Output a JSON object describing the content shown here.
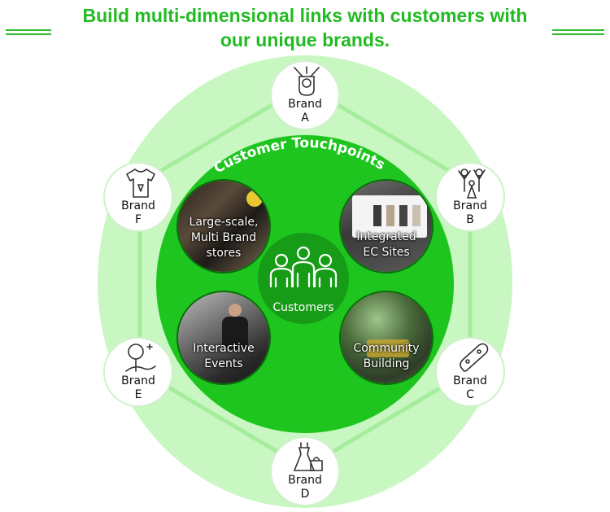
{
  "title": {
    "line1": "Build multi-dimensional links with customers with",
    "line2": "our unique brands."
  },
  "ring_title": "Customer Touchpoints",
  "center": {
    "label": "Customers",
    "icon": "people-group-icon"
  },
  "touchpoints": [
    {
      "line1": "Large-scale,",
      "line2": "Multi Brand",
      "line3": "stores"
    },
    {
      "line1": "Integrated",
      "line2": "EC Sites"
    },
    {
      "line1": "Interactive",
      "line2": "Events"
    },
    {
      "line1": "Community",
      "line2": "Building"
    }
  ],
  "brands": [
    {
      "name": "Brand",
      "letter": "A",
      "icon": "golf-bag-icon"
    },
    {
      "name": "Brand",
      "letter": "B",
      "icon": "family-icon"
    },
    {
      "name": "Brand",
      "letter": "C",
      "icon": "skateboard-icon"
    },
    {
      "name": "Brand",
      "letter": "D",
      "icon": "dress-and-bag-icon"
    },
    {
      "name": "Brand",
      "letter": "E",
      "icon": "nature-icon"
    },
    {
      "name": "Brand",
      "letter": "F",
      "icon": "tshirt-icon"
    }
  ],
  "colors": {
    "title": "#22bb22",
    "outer_ring": "#c8f7c1",
    "inner_disc": "#1ec51e",
    "center_disc": "#169c16"
  }
}
